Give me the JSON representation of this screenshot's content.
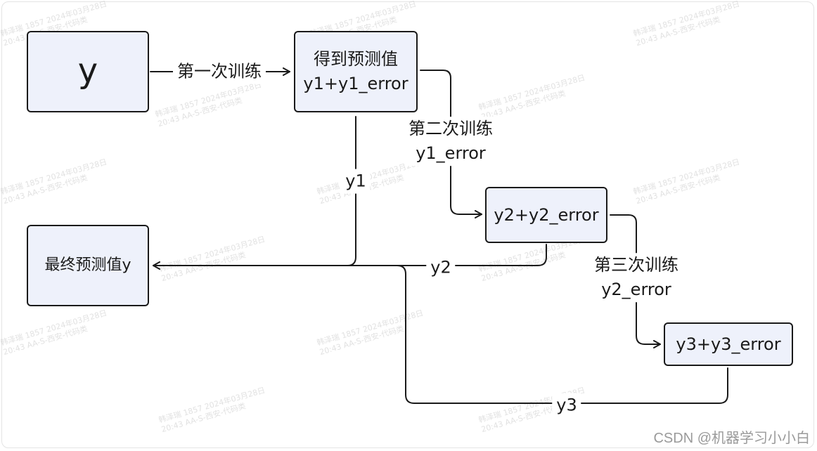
{
  "nodes": {
    "y": "y",
    "pred1_line1": "得到预测值",
    "pred1_line2": "y1+y1_error",
    "pred2": "y2+y2_error",
    "pred3": "y3+y3_error",
    "final": "最终预测值y"
  },
  "edges": {
    "train1": "第一次训练",
    "train2_line1": "第二次训练",
    "train2_line2": "y1_error",
    "train3_line1": "第三次训练",
    "train3_line2": "y2_error",
    "out1": "y1",
    "out2": "y2",
    "out3": "y3"
  },
  "watermark": {
    "line1": "韩泽瑞 1857 2024年03月28日",
    "line2": "20:43 AA-S-西安-代码类"
  },
  "credit": "CSDN @机器学习小小白",
  "colors": {
    "node_fill": "#eef1fb",
    "stroke": "#1a1a1a"
  }
}
